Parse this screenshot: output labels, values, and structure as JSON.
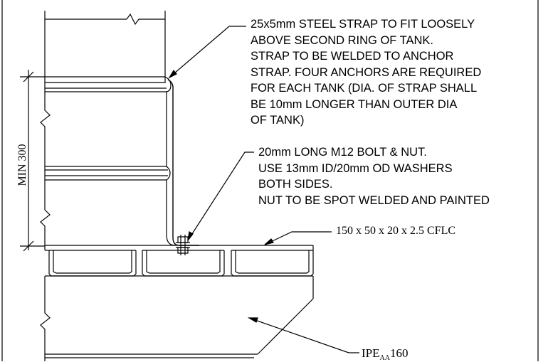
{
  "notes": {
    "strap": [
      "25x5mm STEEL STRAP TO FIT LOOSELY",
      "ABOVE SECOND RING OF TANK.",
      "STRAP TO BE WELDED TO ANCHOR",
      "STRAP. FOUR ANCHORS ARE REQUIRED",
      "FOR EACH TANK (DIA. OF STRAP SHALL",
      "BE 10mm LONGER THAN OUTER DIA",
      "OF TANK)"
    ],
    "bolt": [
      "20mm LONG M12 BOLT & NUT.",
      "USE 13mm ID/20mm OD WASHERS",
      "BOTH SIDES.",
      "NUT TO BE SPOT WELDED AND PAINTED"
    ]
  },
  "labels": {
    "cflc": "150 x 50 x 20 x 2.5 CFLC",
    "ipe_main": "IPE",
    "ipe_sub": "AA",
    "ipe_size": "160",
    "min_dim": "MIN 300"
  },
  "colors": {
    "line": "#000000",
    "background": "#ffffff"
  }
}
